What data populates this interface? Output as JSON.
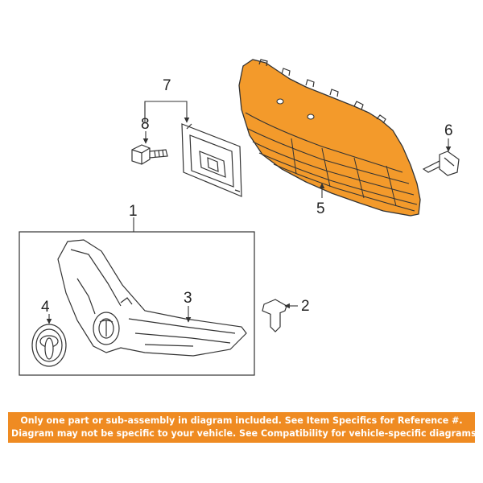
{
  "diagram": {
    "part_color": "#f39a2b",
    "outline_color": "#333333",
    "callouts": [
      "1",
      "2",
      "3",
      "4",
      "5",
      "6",
      "7",
      "8"
    ],
    "parts": [
      {
        "number": "1",
        "name": "grille-assembly-box"
      },
      {
        "number": "2",
        "name": "push-clip"
      },
      {
        "number": "3",
        "name": "radiator-grille"
      },
      {
        "number": "4",
        "name": "toyota-emblem"
      },
      {
        "number": "5",
        "name": "lower-grille"
      },
      {
        "number": "6",
        "name": "push-clip"
      },
      {
        "number": "7",
        "name": "license-bracket"
      },
      {
        "number": "8",
        "name": "bolt"
      }
    ]
  },
  "notice": {
    "bg_color": "#ef8b22",
    "line1": "Only one part or sub-assembly in diagram included. See Item Specifics for Reference #.",
    "line2": "Diagram may not be specific to your vehicle. See Compatibility for vehicle-specific diagrams."
  }
}
